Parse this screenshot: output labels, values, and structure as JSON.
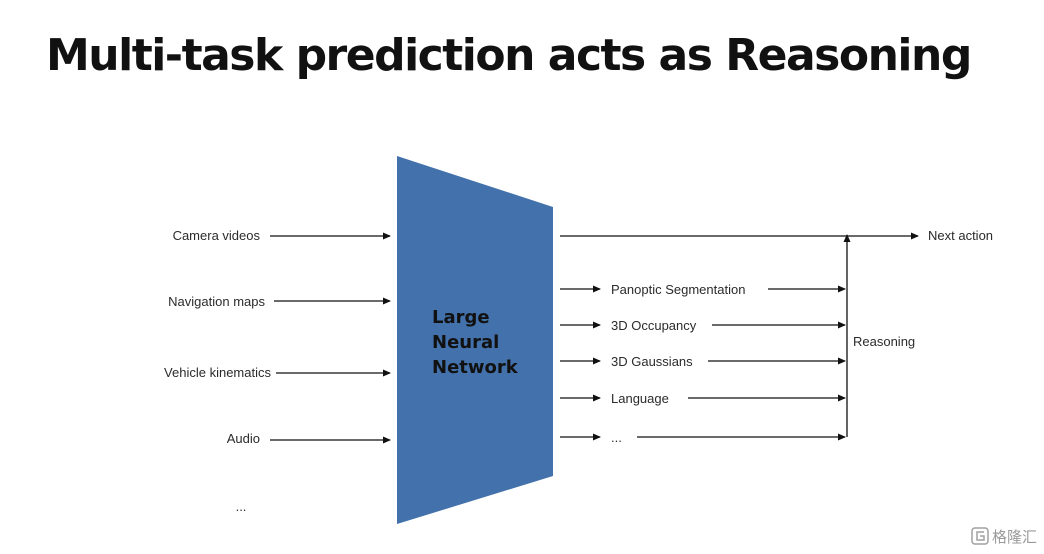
{
  "title": "Multi-task prediction acts as Reasoning",
  "inputs": [
    "Camera videos",
    "Navigation maps",
    "Vehicle kinematics",
    "Audio",
    "..."
  ],
  "network": {
    "lines": [
      "Large",
      "Neural",
      "Network"
    ],
    "color": "#4371ab"
  },
  "outputs": [
    "Panoptic Segmentation",
    "3D Occupancy",
    "3D Gaussians",
    "Language",
    "..."
  ],
  "reasoning_label": "Reasoning",
  "next_action_label": "Next action",
  "watermark": "格隆汇"
}
